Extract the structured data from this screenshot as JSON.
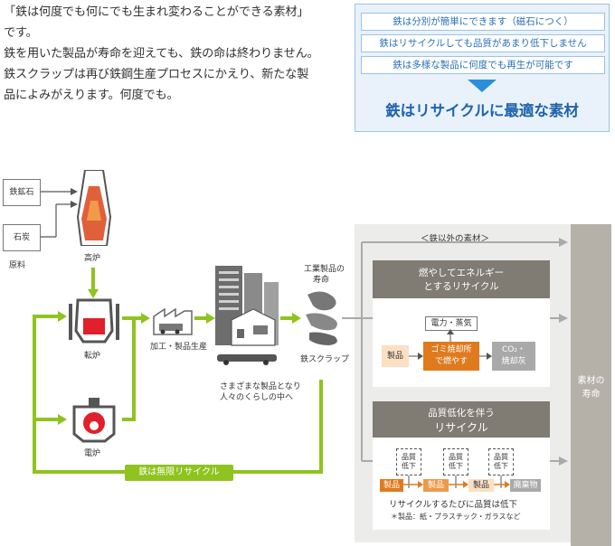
{
  "intro": {
    "lines": [
      "「鉄は何度でも何にでも生まれ変わることができる素材」",
      "です。",
      "鉄を用いた製品が寿命を迎えても、鉄の命は終わりません。",
      "鉄スクラップは再び鉄鋼生産プロセスにかえり、新たな製",
      "品によみがえります。何度でも。"
    ]
  },
  "benefits": {
    "items": [
      "鉄は分別が簡単にできます（磁石につく）",
      "鉄はリサイクルしても品質があまり低下しません",
      "鉄は多様な製品に何度でも再生が可能です"
    ],
    "conclusion": "鉄はリサイクルに最適な素材"
  },
  "diagram": {
    "iron_ore": "鉄鉱石",
    "coal": "石炭",
    "raw_materials": "原料",
    "blast_furnace": "高炉",
    "converter": "転炉",
    "electric_furnace": "電炉",
    "processing": "加工・製品生産",
    "products_caption_1": "さまざまな製品となり",
    "products_caption_2": "人々のくらしの中へ",
    "industrial_1": "工業製品の",
    "industrial_2": "寿命",
    "scrap": "鉄スクラップ",
    "infinite_recycle": "鉄は無限リサイクル",
    "non_iron": "＜鉄以外の素材＞",
    "burn_recycle_1": "燃やしてエネルギー",
    "burn_recycle_2": "とするリサイクル",
    "power_steam": "電力・蒸気",
    "product": "製品",
    "incinerator_1": "ゴミ焼却所",
    "incinerator_2": "で燃やす",
    "co2_ash_1": "CO₂・",
    "co2_ash_2": "焼却灰",
    "degrade_recycle_1": "品質低化を伴う",
    "degrade_recycle_2": "リサイクル",
    "quality_drop": [
      "品質",
      "低下"
    ],
    "waste": "廃棄物",
    "degrade_caption": "リサイクルするたびに品質は低下",
    "note": "＊製品：紙・プラスチック・ガラスなど",
    "end_of_life_1": "素材の",
    "end_of_life_2": "寿命"
  },
  "colors": {
    "green": "#8fc31f",
    "orange": "#e07a1f",
    "blue": "#1e63ad"
  }
}
